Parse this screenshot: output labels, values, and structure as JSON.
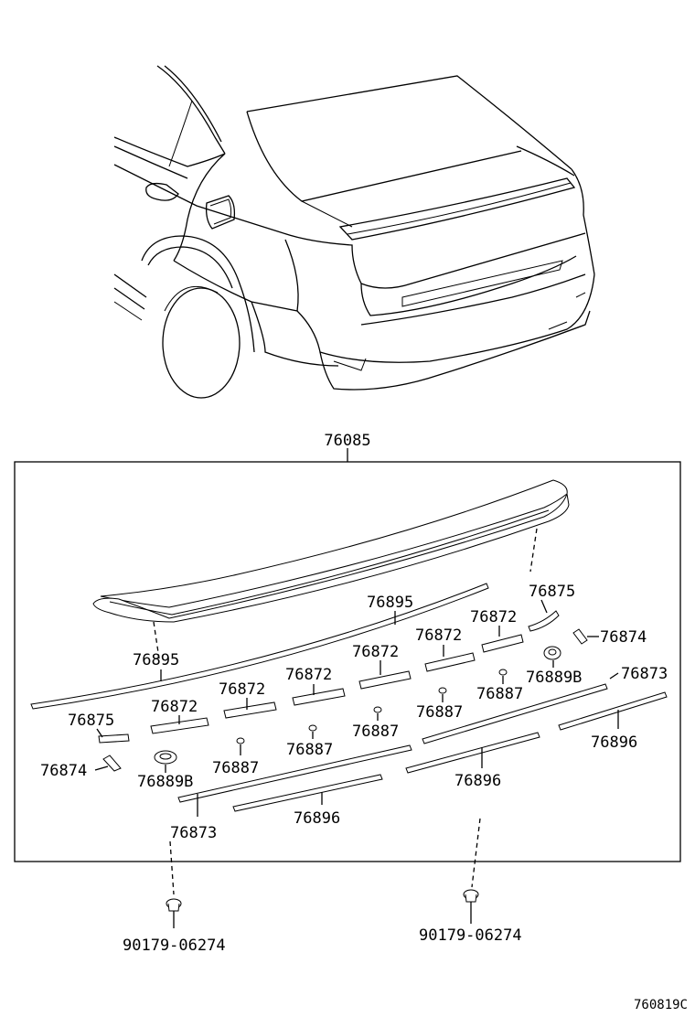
{
  "assembly": {
    "number": "76085"
  },
  "labels": [
    {
      "id": "l1",
      "text": "76875"
    },
    {
      "id": "l2",
      "text": "76895"
    },
    {
      "id": "l3",
      "text": "76872"
    },
    {
      "id": "l4",
      "text": "76874"
    },
    {
      "id": "l5",
      "text": "76872"
    },
    {
      "id": "l6",
      "text": "76895"
    },
    {
      "id": "l7",
      "text": "76872"
    },
    {
      "id": "l8",
      "text": "76889B"
    },
    {
      "id": "l9",
      "text": "76873"
    },
    {
      "id": "l10",
      "text": "76872"
    },
    {
      "id": "l11",
      "text": "76872"
    },
    {
      "id": "l12",
      "text": "76887"
    },
    {
      "id": "l13",
      "text": "76875"
    },
    {
      "id": "l14",
      "text": "76872"
    },
    {
      "id": "l15",
      "text": "76887"
    },
    {
      "id": "l16",
      "text": "76887"
    },
    {
      "id": "l17",
      "text": "76896"
    },
    {
      "id": "l18",
      "text": "76887"
    },
    {
      "id": "l19",
      "text": "76874"
    },
    {
      "id": "l20",
      "text": "76887"
    },
    {
      "id": "l21",
      "text": "76889B"
    },
    {
      "id": "l22",
      "text": "76896"
    },
    {
      "id": "l23",
      "text": "76873"
    },
    {
      "id": "l24",
      "text": "76896"
    }
  ],
  "fasteners": [
    {
      "id": "f1",
      "text": "90179-06274"
    },
    {
      "id": "f2",
      "text": "90179-06274"
    }
  ],
  "diagram_code": "760819C"
}
